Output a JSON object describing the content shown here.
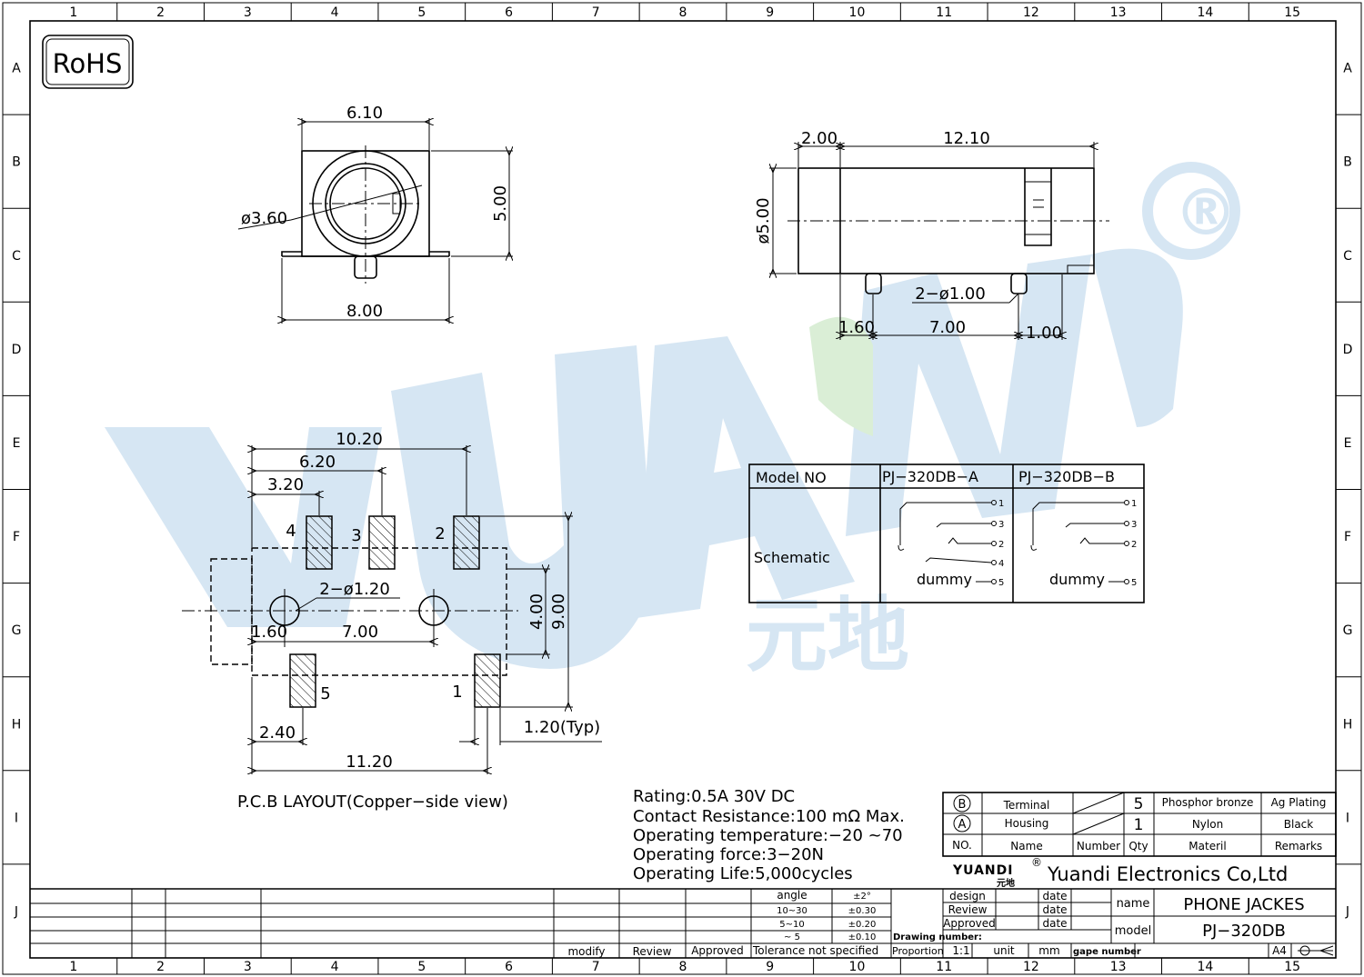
{
  "border": {
    "columns": [
      "1",
      "2",
      "3",
      "4",
      "5",
      "6",
      "7",
      "8",
      "9",
      "10",
      "11",
      "12",
      "13",
      "14",
      "15"
    ],
    "rows": [
      "A",
      "B",
      "C",
      "D",
      "E",
      "F",
      "G",
      "H",
      "I",
      "J"
    ]
  },
  "rohs": "RoHS",
  "watermark": {
    "text": "YUANDI",
    "reg": "®",
    "chinese": "元地",
    "color": "#cfe2f1"
  },
  "front_view": {
    "width": "6.10",
    "height": "5.00",
    "hole": "ø3.60",
    "base": "8.00"
  },
  "side_view": {
    "front": "2.00",
    "length": "12.10",
    "dia": "ø5.00",
    "pins": "2−ø1.00",
    "offset": "1.60",
    "pitch": "7.00",
    "tail": "1.00"
  },
  "pcb": {
    "d1": "10.20",
    "d2": "6.20",
    "d3": "3.20",
    "holes": "2−ø1.20",
    "left": "1.60",
    "pitch": "7.00",
    "inner": "4.00",
    "total_h": "9.00",
    "pad_offset": "2.40",
    "pad_w": "1.20(Typ)",
    "total_w": "11.20",
    "pins": [
      "4",
      "3",
      "2",
      "5",
      "1"
    ],
    "caption": "P.C.B LAYOUT(Copper−side view)"
  },
  "schematic_table": {
    "header": [
      "Model NO",
      "PJ−320DB−A",
      "PJ−320DB−B"
    ],
    "row_label": "Schematic",
    "dummy": "dummy",
    "pins_a": [
      "1",
      "3",
      "2",
      "4",
      "5"
    ],
    "pins_b": [
      "1",
      "3",
      "2",
      "5"
    ]
  },
  "specs": [
    "Rating:0.5A 30V DC",
    "Contact Resistance:100 mΩ Max.",
    "Operating temperature:−20  ~70",
    "Operating force:3−20N",
    "Operating Life:5,000cycles"
  ],
  "bom": {
    "rows": [
      {
        "no": "B",
        "name": "Terminal",
        "qty": "5",
        "material": "Phosphor bronze",
        "remarks": "Ag Plating"
      },
      {
        "no": "A",
        "name": "Housing",
        "qty": "1",
        "material": "Nylon",
        "remarks": "Black"
      }
    ],
    "header": {
      "no": "NO.",
      "name": "Name",
      "number": "Number",
      "qty": "Qty",
      "material": "Materil",
      "remarks": "Remarks"
    }
  },
  "company": {
    "logo": "YUANDI",
    "logo_cn": "元地",
    "reg": "®",
    "name": "Yuandi Electronics Co,Ltd"
  },
  "title_block": {
    "tolerance": [
      [
        "angle",
        "±2°"
      ],
      [
        "10~30",
        "±0.30"
      ],
      [
        "5~10",
        "±0.20"
      ],
      [
        "~ 5",
        "±0.10"
      ]
    ],
    "tolerance_label": "Tolerance not specified",
    "modify": "modify",
    "review": "Review",
    "approved": "Approved",
    "design": "design",
    "review2": "Review",
    "approved2": "Approved",
    "date": "date",
    "drawing_number": "Drawing number:",
    "proportion": "Proportion",
    "ratio": "1:1",
    "unit": "unit",
    "mm": "mm",
    "gape": "gape number",
    "name_label": "name",
    "name": "PHONE JACKES",
    "model_label": "model",
    "model": "PJ−320DB",
    "size": "A4"
  }
}
